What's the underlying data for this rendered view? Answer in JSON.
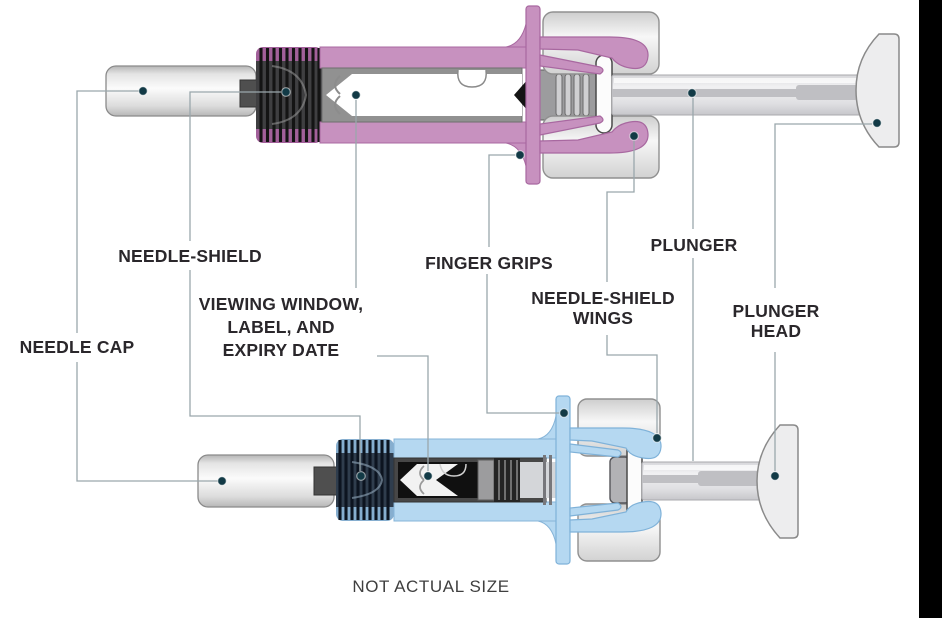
{
  "figure": {
    "type": "prefilled-syringe-parts-diagram",
    "note": "NOT ACTUAL SIZE",
    "callouts": {
      "needle_cap": "NEEDLE CAP",
      "needle_shield": "NEEDLE-SHIELD",
      "viewing_window": "VIEWING WINDOW,\nLABEL, AND\nEXPIRY DATE",
      "finger_grips": "FINGER GRIPS",
      "needle_shield_wings": "NEEDLE-SHIELD\nWINGS",
      "plunger": "PLUNGER",
      "plunger_head": "PLUNGER\nHEAD"
    },
    "syringes": [
      {
        "id": "top",
        "accent_color": "#c791bf",
        "accent_outline": "#a868a0"
      },
      {
        "id": "bottom",
        "accent_color": "#b5d8f1",
        "accent_outline": "#7fb2d9"
      }
    ],
    "colors": {
      "callout_dot": "#123a46",
      "leader_line": "#9aa7ac",
      "label_text": "#2a272b",
      "right_side_bar": "#000000",
      "metal_gray": "#d9d9d9"
    }
  }
}
